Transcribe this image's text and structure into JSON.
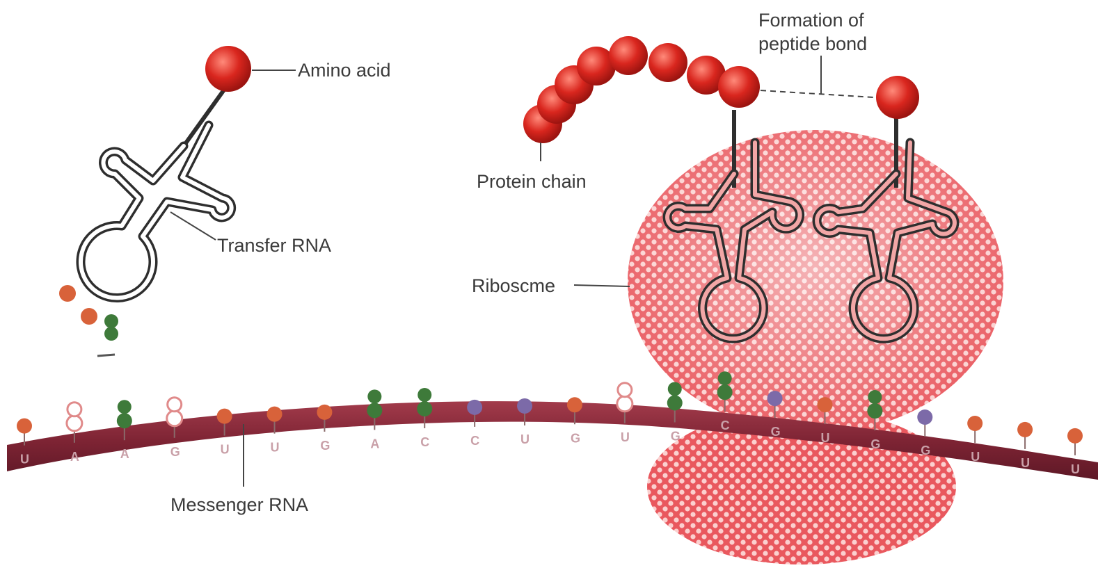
{
  "labels": {
    "amino_acid": "Amino acid",
    "transfer_rna": "Transfer RNA",
    "protein_chain": "Protein chain",
    "formation_line1": "Formation of",
    "formation_line2": "peptide bond",
    "ribosome": "Riboscme",
    "messenger_rna": "Messenger RNA"
  },
  "mrna_bases": [
    "U",
    "A",
    "A",
    "G",
    "U",
    "U",
    "G",
    "A",
    "C",
    "C",
    "U",
    "G",
    "U",
    "G",
    "C",
    "G",
    "U",
    "G",
    "G",
    "U",
    "U",
    "U"
  ],
  "colors": {
    "mrna": "#8a2a3a",
    "ribosome": "#e8636a",
    "amino_acid": "#d92a24",
    "base_orange": "#d8623a",
    "base_green": "#3e7a3a",
    "base_purple": "#7c6aa8",
    "base_pink_outline": "#e08a8a"
  }
}
